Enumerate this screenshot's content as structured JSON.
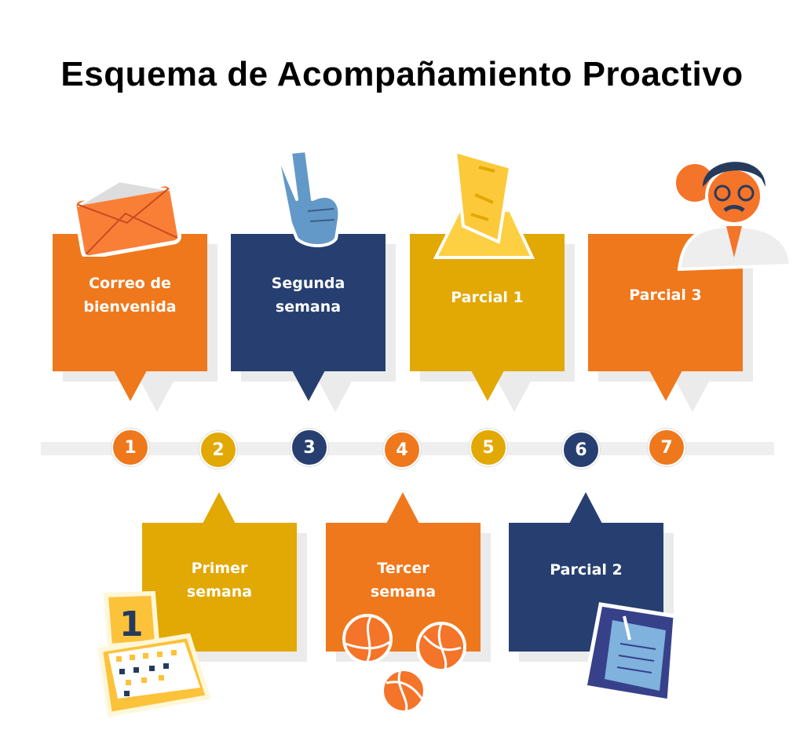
{
  "title": "Esquema de Acompañamiento Proactivo",
  "colors": {
    "orange": "#ef781c",
    "navy": "#263f70",
    "gold": "#e2a803"
  },
  "steps": [
    {
      "number": "1",
      "label": "Correo de bienvenida",
      "color": "#ef781c",
      "icon": "envelope-icon"
    },
    {
      "number": "2",
      "label": "Primer semana",
      "color": "#e2a803",
      "icon": "calendar-icon"
    },
    {
      "number": "3",
      "label": "Segunda semana",
      "color": "#263f70",
      "icon": "peace-hand-icon"
    },
    {
      "number": "4",
      "label": "Tercer semana",
      "color": "#ef781c",
      "icon": "balls-icon"
    },
    {
      "number": "5",
      "label": "Parcial 1",
      "color": "#e2a803",
      "icon": "exam-paper-icon"
    },
    {
      "number": "6",
      "label": "Parcial 2",
      "color": "#263f70",
      "icon": "notebook-icon"
    },
    {
      "number": "7",
      "label": "Parcial 3",
      "color": "#ef781c",
      "icon": "teacher-icon"
    }
  ]
}
